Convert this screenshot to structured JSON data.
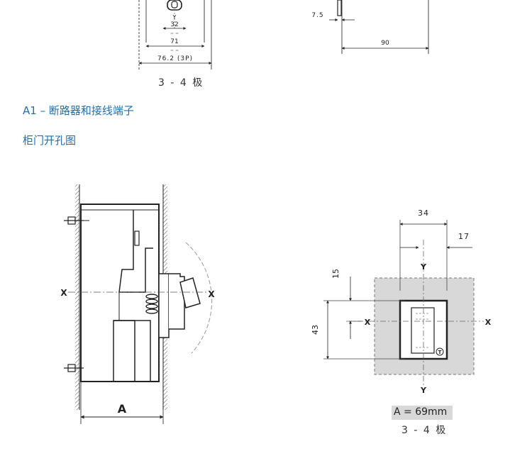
{
  "top": {
    "left_dims": {
      "y_label": "Y",
      "d1": "32",
      "d2": "71",
      "d3": "76.2 (3P)",
      "caption": "3 - 4 极"
    },
    "right_dims": {
      "d1": "7.5",
      "d2": "90"
    }
  },
  "headings": {
    "section": "A1 – 断路器和接线端子",
    "subsection": "柜门开孔图"
  },
  "side_view": {
    "x_left": "X",
    "x_right": "X",
    "dim_a": "A"
  },
  "cutout": {
    "d34": "34",
    "d17": "17",
    "d15": "15",
    "d43": "43",
    "y_top": "Y",
    "y_bottom": "Y",
    "x_left": "X",
    "x_right": "X",
    "symbol": "T",
    "formula": "A = 69mm",
    "caption": "3 - 4 极"
  },
  "colors": {
    "heading": "#1f6fb5",
    "panel": "#d8d8d8",
    "line": "#222222"
  }
}
